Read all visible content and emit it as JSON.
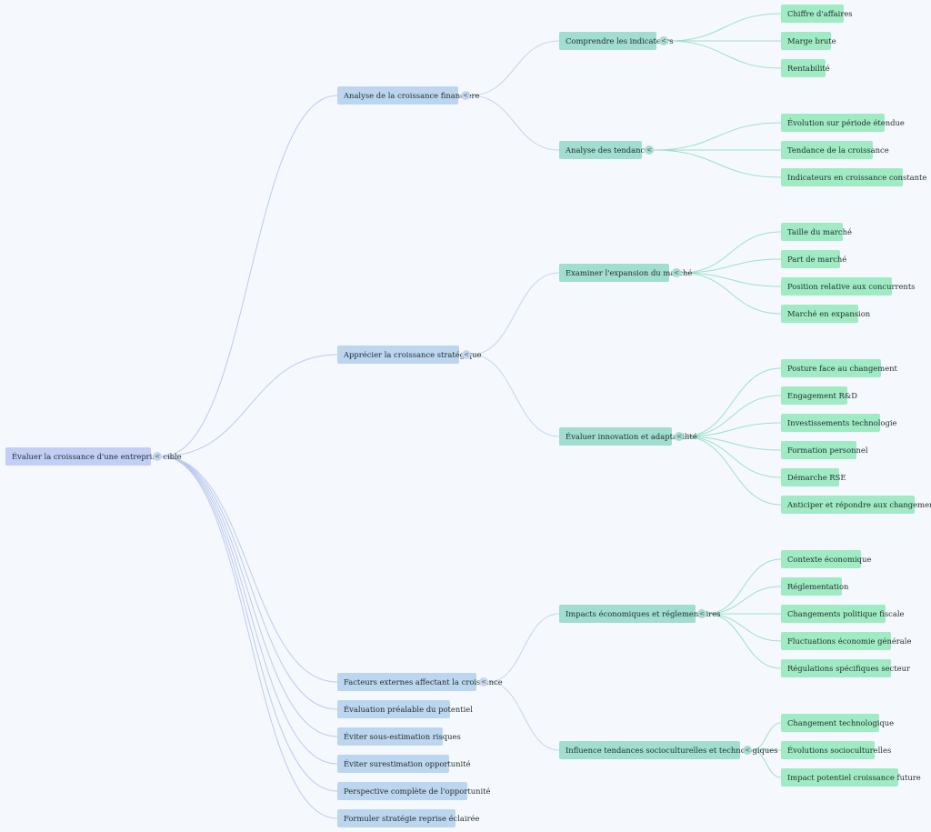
{
  "diagram": {
    "toggle_glyph": "<",
    "colors": {
      "root_node": "#c3cef6",
      "branch_node": "#bcd6ef",
      "sub_node": "#a1ddd0",
      "leaf_node": "#a0ebc4",
      "root_links": "#bcc9ee",
      "branch_links": "#c5d5ec",
      "sub_links": "#9fdfc9"
    },
    "root": {
      "label": "Évaluer la croissance d'une entreprise cible",
      "children": [
        {
          "label": "Analyse de la croissance financière",
          "children": [
            {
              "label": "Comprendre les indicateurs",
              "children": [
                "Chiffre d'affaires",
                "Marge brute",
                "Rentabilité"
              ]
            },
            {
              "label": "Analyse des tendances",
              "children": [
                "Évolution sur période étendue",
                "Tendance de la croissance",
                "Indicateurs en croissance constante"
              ]
            }
          ]
        },
        {
          "label": "Apprécier la croissance stratégique",
          "children": [
            {
              "label": "Examiner l'expansion du marché",
              "children": [
                "Taille du marché",
                "Part de marché",
                "Position relative aux concurrents",
                "Marché en expansion"
              ]
            },
            {
              "label": "Évaluer innovation et adaptabilité",
              "children": [
                "Posture face au changement",
                "Engagement R&D",
                "Investissements technologie",
                "Formation personnel",
                "Démarche RSE",
                "Anticiper et répondre aux changements"
              ]
            }
          ]
        },
        {
          "label": "Facteurs externes affectant la croissance",
          "children": [
            {
              "label": "Impacts économiques et réglementaires",
              "children": [
                "Contexte économique",
                "Réglementation",
                "Changements politique fiscale",
                "Fluctuations économie générale",
                "Régulations spécifiques secteur"
              ]
            },
            {
              "label": "Influence tendances socioculturelles et technologiques",
              "children": [
                "Changement technologique",
                "Évolutions socioculturelles",
                "Impact potentiel croissance future"
              ]
            }
          ]
        },
        {
          "label": "Évaluation préalable du potentiel"
        },
        {
          "label": "Éviter sous-estimation risques"
        },
        {
          "label": "Éviter surestimation opportunité"
        },
        {
          "label": "Perspective complète de l'opportunité"
        },
        {
          "label": "Formuler stratégie reprise éclairée"
        }
      ]
    }
  }
}
